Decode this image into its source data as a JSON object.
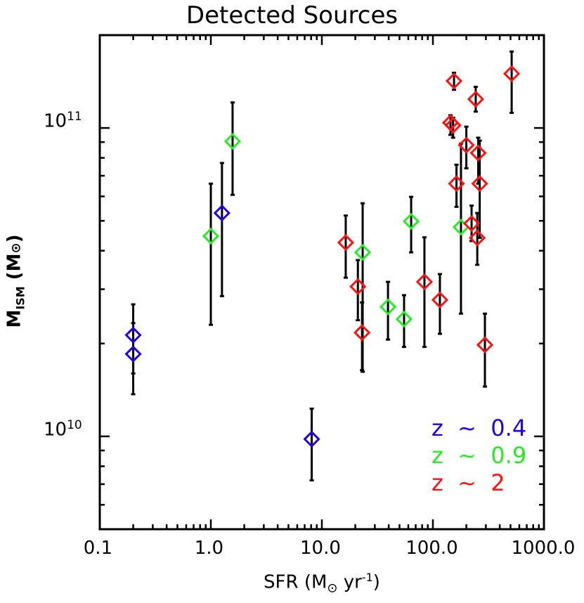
{
  "chart_data": {
    "type": "scatter",
    "title": "Detected Sources",
    "xlabel": "SFR (M⊙ yr⁻¹)",
    "ylabel": "M_ISM (M⊙)",
    "xscale": "log",
    "yscale": "log",
    "xlim": [
      0.1,
      1000.0
    ],
    "ylim": [
      5000000000.0,
      200000000000.0
    ],
    "xticks": [
      "0.1",
      "1.0",
      "10.0",
      "100.0",
      "1000.0"
    ],
    "yticks": [
      {
        "value": 10000000000.0,
        "base": "10",
        "exp": "10"
      },
      {
        "value": 100000000000.0,
        "base": "10",
        "exp": "11"
      }
    ],
    "marker": "diamond",
    "grid": false,
    "legend_position": "lower right",
    "series": [
      {
        "name": "z ~ 0.4",
        "color": "#2200ee",
        "points": [
          {
            "x": 0.2,
            "y": 21300000000.0,
            "ylo": 16000000000.0,
            "yhi": 26800000000.0
          },
          {
            "x": 0.2,
            "y": 18500000000.0,
            "ylo": 13700000000.0,
            "yhi": 23300000000.0
          },
          {
            "x": 1.26,
            "y": 53000000000.0,
            "ylo": 28500000000.0,
            "yhi": 77000000000.0
          },
          {
            "x": 8.1,
            "y": 9800000000.0,
            "ylo": 7200000000.0,
            "yhi": 12300000000.0
          }
        ]
      },
      {
        "name": "z ~ 0.9",
        "color": "#22ee22",
        "points": [
          {
            "x": 1.0,
            "y": 44600000000.0,
            "ylo": 23000000000.0,
            "yhi": 66000000000.0
          },
          {
            "x": 1.57,
            "y": 90500000000.0,
            "ylo": 60700000000.0,
            "yhi": 121000000000.0
          },
          {
            "x": 23.3,
            "y": 39500000000.0,
            "ylo": 16200000000.0,
            "yhi": 57000000000.0
          },
          {
            "x": 39.4,
            "y": 26300000000.0,
            "ylo": 20600000000.0,
            "yhi": 31700000000.0
          },
          {
            "x": 55.0,
            "y": 24000000000.0,
            "ylo": 19500000000.0,
            "yhi": 28700000000.0
          },
          {
            "x": 63.7,
            "y": 49800000000.0,
            "ylo": 39500000000.0,
            "yhi": 59800000000.0
          },
          {
            "x": 179,
            "y": 47700000000.0,
            "ylo": 25000000000.0,
            "yhi": 89000000000.0
          }
        ]
      },
      {
        "name": "z ~ 2",
        "color": "#ff1111",
        "points": [
          {
            "x": 16.4,
            "y": 42500000000.0,
            "ylo": 32700000000.0,
            "yhi": 52000000000.0
          },
          {
            "x": 21.1,
            "y": 30600000000.0,
            "ylo": 23800000000.0,
            "yhi": 37300000000.0
          },
          {
            "x": 23.0,
            "y": 21700000000.0,
            "ylo": 16400000000.0,
            "yhi": 27200000000.0
          },
          {
            "x": 83.9,
            "y": 31700000000.0,
            "ylo": 19500000000.0,
            "yhi": 44200000000.0
          },
          {
            "x": 115.6,
            "y": 27700000000.0,
            "ylo": 21500000000.0,
            "yhi": 33600000000.0
          },
          {
            "x": 144,
            "y": 104000000000.0,
            "ylo": 95000000000.0,
            "yhi": 110000000000.0
          },
          {
            "x": 152,
            "y": 102000000000.0,
            "ylo": 93000000000.0,
            "yhi": 108000000000.0
          },
          {
            "x": 155,
            "y": 142000000000.0,
            "ylo": 133000000000.0,
            "yhi": 151000000000.0
          },
          {
            "x": 163,
            "y": 66000000000.0,
            "ylo": 55500000000.0,
            "yhi": 76000000000.0
          },
          {
            "x": 200,
            "y": 88000000000.0,
            "ylo": 74000000000.0,
            "yhi": 101000000000.0
          },
          {
            "x": 223,
            "y": 49000000000.0,
            "ylo": 43000000000.0,
            "yhi": 56000000000.0
          },
          {
            "x": 243,
            "y": 124000000000.0,
            "ylo": 113000000000.0,
            "yhi": 136000000000.0
          },
          {
            "x": 251,
            "y": 44000000000.0,
            "ylo": 36000000000.0,
            "yhi": 53000000000.0
          },
          {
            "x": 256,
            "y": 83000000000.0,
            "ylo": 66000000000.0,
            "yhi": 93000000000.0
          },
          {
            "x": 264,
            "y": 66000000000.0,
            "ylo": 44000000000.0,
            "yhi": 91000000000.0
          },
          {
            "x": 294,
            "y": 19800000000.0,
            "ylo": 14500000000.0,
            "yhi": 25000000000.0
          },
          {
            "x": 512,
            "y": 150000000000.0,
            "ylo": 112000000000.0,
            "yhi": 177000000000.0
          }
        ]
      }
    ]
  },
  "legend": {
    "items": [
      {
        "label": "z  ~  0.4",
        "color": "#2200ee"
      },
      {
        "label": "z  ~  0.9",
        "color": "#22ee22"
      },
      {
        "label": "z  ~  2",
        "color": "#ff1111"
      }
    ]
  },
  "labels": {
    "title": "Detected Sources",
    "xlabel_main": "SFR (M",
    "xlabel_sun": "⊙",
    "xlabel_tail": " yr",
    "xlabel_sup": "-1",
    "xlabel_close": ")",
    "ylabel_main": "M",
    "ylabel_sub": "ISM",
    "ylabel_paren": " (M",
    "ylabel_sun": "⊙",
    "ylabel_close": ")"
  }
}
